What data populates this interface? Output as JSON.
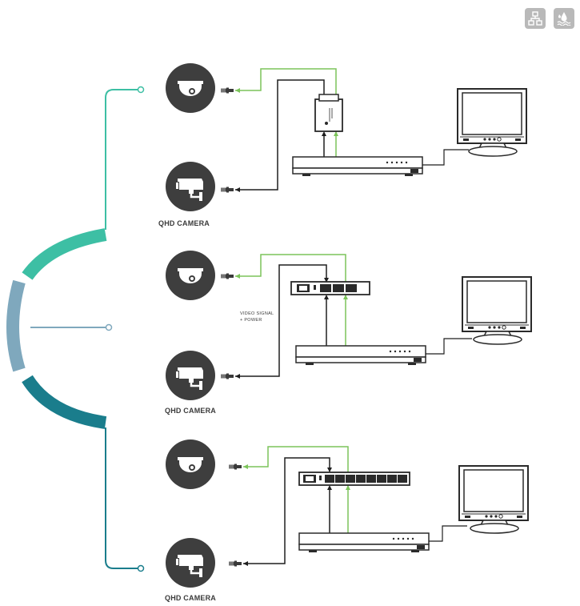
{
  "toolbar": {
    "buttons": [
      {
        "icon": "network-topology-icon"
      },
      {
        "icon": "waterproof-icon"
      }
    ]
  },
  "diagram": {
    "camera_label": "QHD CAMERA",
    "signal_label_line1": "VIDEO SIGNAL",
    "signal_label_line2": "+ POWER",
    "colors": {
      "teal_light": "#3dbfa4",
      "blue_gray": "#7fa8bd",
      "teal_dark": "#1a7d8c",
      "camera_bg": "#3e3e3e",
      "green_line": "#7cc45a",
      "dark_line": "#1f1f1f"
    },
    "setups": [
      {
        "camera_label": "QHD CAMERA"
      },
      {
        "camera_label": "QHD CAMERA"
      },
      {
        "camera_label": "QHD CAMERA"
      }
    ]
  }
}
